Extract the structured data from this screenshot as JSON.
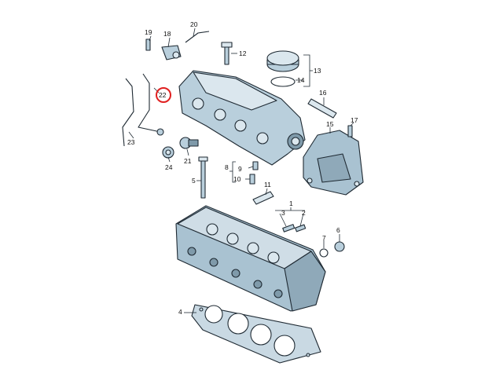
{
  "colors": {
    "part_fill": "#b9cfdc",
    "part_light": "#dbe7ee",
    "part_dark": "#7f9aaa",
    "outline": "#1f2a33",
    "highlight_circle": "#e02020"
  },
  "highlighted_callout": "22",
  "callouts": {
    "c1": "1",
    "c2": "2",
    "c3": "3",
    "c4": "4",
    "c5": "5",
    "c6": "6",
    "c7": "7",
    "c8": "8",
    "c9": "9",
    "c10": "10",
    "c11": "11",
    "c12": "12",
    "c13": "13",
    "c14": "14",
    "c15": "15",
    "c16": "16",
    "c17": "17",
    "c18": "18",
    "c19": "19",
    "c20": "20",
    "c21": "21",
    "c22": "22",
    "c23": "23",
    "c24": "24"
  }
}
